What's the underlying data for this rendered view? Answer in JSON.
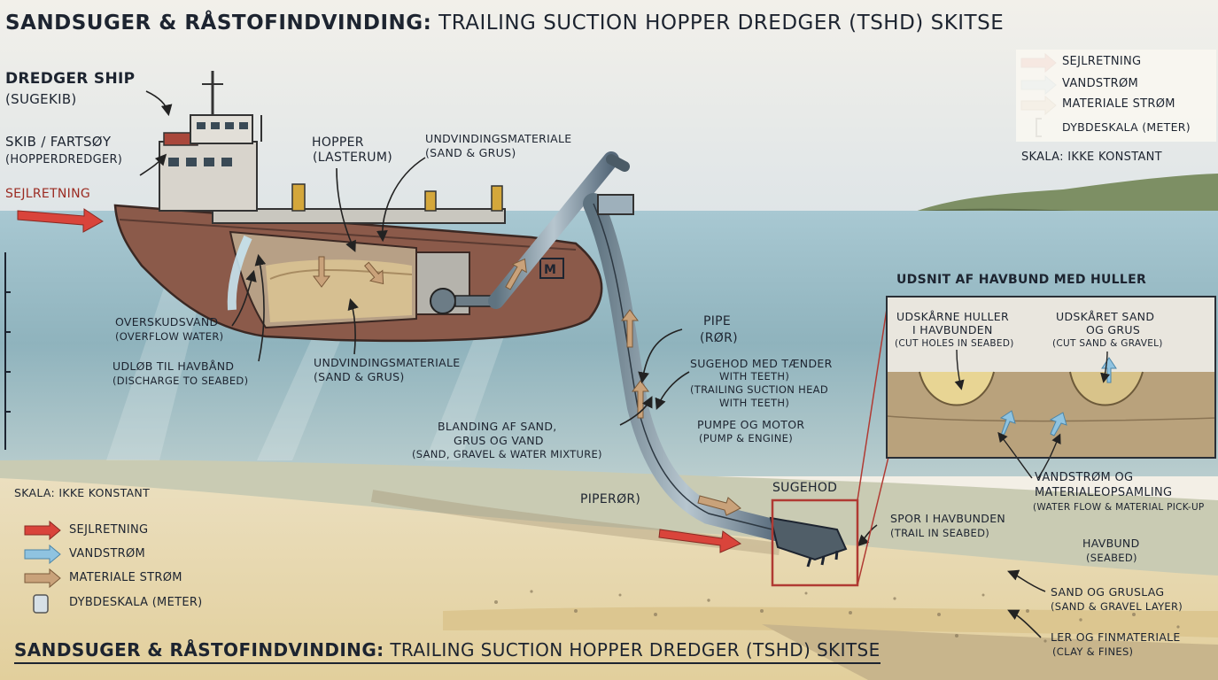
{
  "title": {
    "bold": "SANDSUGER & RÅSTOFINDVINDING:",
    "rest": "TRAILING SUCTION HOPPER DREDGER (TSHD) SKITSE"
  },
  "labels": {
    "dredger_ship": "DREDGER SHIP",
    "sugekib": "(SUGEKIB)",
    "skib": "SKIB / FARTSØY",
    "hopperdredger": "(HOPPERDREDGER)",
    "sejlretning": "SEJLRETNING",
    "hopper": "HOPPER",
    "lasterum": "(LASTERUM)",
    "undvindingsmateriale_top": "UNDVINDINGSMATERIALE",
    "sand_grus_top": "(SAND & GRUS)",
    "overskudsvand": "OVERSKUDSVAND",
    "overflow_water": "(OVERFLOW WATER)",
    "udlob": "UDLØB TIL HAVBÅND",
    "discharge": "(DISCHARGE TO SEABED)",
    "undvindingsmateriale_low": "UNDVINDINGSMATERIALE",
    "sand_grus_low": "(SAND & GRUS)",
    "pipe": "PIPE",
    "ror": "(RØR)",
    "sugehod_taender": "SUGEHOD MED TÆNDER",
    "with_teeth_1": "WITH TEETH)",
    "trailing_head": "(TRAILING SUCTION HEAD",
    "with_teeth_2": "WITH TEETH)",
    "pumpe": "PUMPE OG MOTOR",
    "pump_engine": "(PUMP & ENGINE)",
    "blanding_1": "BLANDING AF SAND,",
    "blanding_2": "GRUS OG VAND",
    "blanding_3": "(SAND, GRAVEL & WATER MIXTURE)",
    "piperor": "PIPERØR)",
    "sugehod": "SUGEHOD",
    "spor": "SPOR I HAVBUNDEN",
    "trail": "(TRAIL IN SEABED)",
    "havbund": "HAVBUND",
    "seabed": "(SEABED)",
    "sand_gruslag": "SAND OG GRUSLAG",
    "sand_gravel_layer": "(SAND & GRAVEL LAYER)",
    "ler": "LER OG FINMATERIALE",
    "clay": "(CLAY & FINES)",
    "skala_right": "SKALA: IKKE KONSTANT",
    "skala_left": "SKALA: IKKE KONSTANT"
  },
  "inset": {
    "title": "UDSNIT AF HAVBUND MED HULLER",
    "holes_1": "UDSKÅRNE HULLER",
    "holes_2": "I HAVBUNDEN",
    "holes_3": "(CUT HOLES IN SEABED)",
    "cut_1": "UDSKÅRET SAND",
    "cut_2": "OG GRUS",
    "cut_3": "(CUT SAND & GRAVEL)",
    "flow_1": "VANDSTRØM OG",
    "flow_2": "MATERIALEOPSAMLING",
    "flow_3": "(WATER FLOW & MATERIAL PICK-UP"
  },
  "legend_top_right": [
    {
      "icon": "red-arrow-icon",
      "label": "SEJLRETNING"
    },
    {
      "icon": "blue-arrow-icon",
      "label": "VANDSTRØM"
    },
    {
      "icon": "tan-arrow-icon",
      "label": "MATERIALE STRØM"
    },
    {
      "icon": "depth-bracket-icon",
      "label": "DYBDESKALA (METER)"
    }
  ],
  "legend_bottom_left": [
    {
      "icon": "red-arrow-icon",
      "label": "SEJLRETNING"
    },
    {
      "icon": "blue-arrow-icon",
      "label": "VANDSTRØM"
    },
    {
      "icon": "tan-arrow-icon",
      "label": "MATERIALE STRØM"
    },
    {
      "icon": "depth-box-icon",
      "label": "DYBDESKALA (METER)"
    }
  ],
  "bottom_title": {
    "bold": "SANDSUGER & RÅSTOFINDVINDING:",
    "rest": "TRAILING SUCTION HOPPER DREDGER (TSHD) SKITSE"
  },
  "colors": {
    "sky": "#dfe5e8",
    "water": "#a9c4cc",
    "seabed_sand": "#e6d6aa",
    "hull": "#8b5a4a",
    "arrow_red": "#d9443b",
    "arrow_blue": "#8fc3e0",
    "arrow_tan": "#c9a27a"
  }
}
